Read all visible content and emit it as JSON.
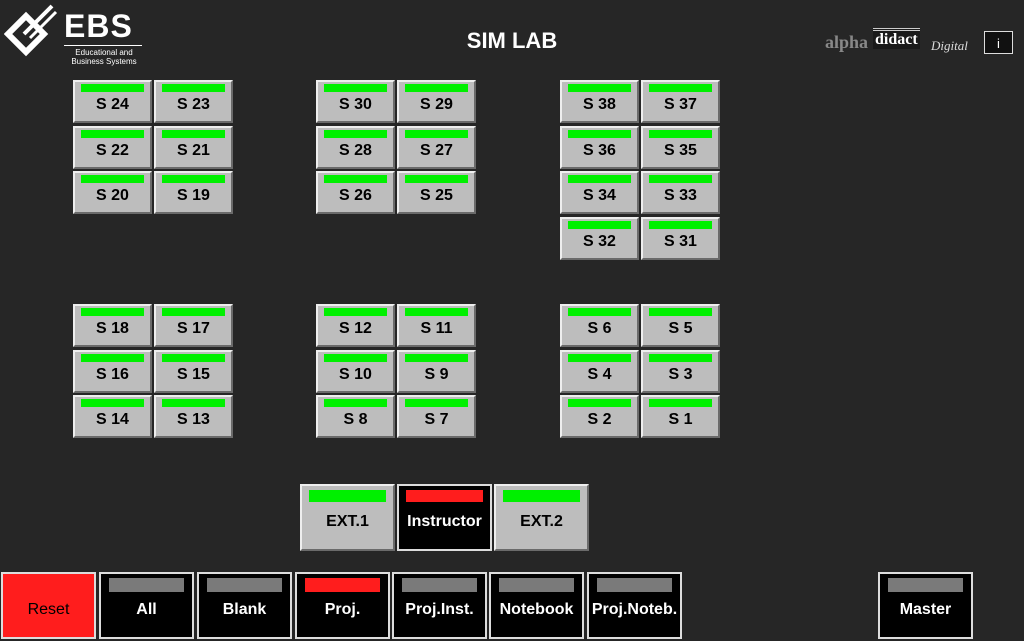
{
  "header": {
    "title": "SIM LAB",
    "logo_text": "EBS",
    "logo_sub_1": "Educational and",
    "logo_sub_2": "Business Systems",
    "brand_part1": "alpha",
    "brand_part2": "didact",
    "brand_part3": "Digital",
    "info_label": "i"
  },
  "colors": {
    "on": "#00f000",
    "off": "#7a7a7a",
    "alert": "#ff1d1d"
  },
  "seats": [
    {
      "label": "S 24",
      "status": "on"
    },
    {
      "label": "S 23",
      "status": "on"
    },
    {
      "label": "S 22",
      "status": "on"
    },
    {
      "label": "S 21",
      "status": "on"
    },
    {
      "label": "S 20",
      "status": "on"
    },
    {
      "label": "S 19",
      "status": "on"
    },
    {
      "label": "S 30",
      "status": "on"
    },
    {
      "label": "S 29",
      "status": "on"
    },
    {
      "label": "S 28",
      "status": "on"
    },
    {
      "label": "S 27",
      "status": "on"
    },
    {
      "label": "S 26",
      "status": "on"
    },
    {
      "label": "S 25",
      "status": "on"
    },
    {
      "label": "S 38",
      "status": "on"
    },
    {
      "label": "S 37",
      "status": "on"
    },
    {
      "label": "S 36",
      "status": "on"
    },
    {
      "label": "S 35",
      "status": "on"
    },
    {
      "label": "S 34",
      "status": "on"
    },
    {
      "label": "S 33",
      "status": "on"
    },
    {
      "label": "S 32",
      "status": "on"
    },
    {
      "label": "S 31",
      "status": "on"
    },
    {
      "label": "S 18",
      "status": "on"
    },
    {
      "label": "S 17",
      "status": "on"
    },
    {
      "label": "S 16",
      "status": "on"
    },
    {
      "label": "S 15",
      "status": "on"
    },
    {
      "label": "S 14",
      "status": "on"
    },
    {
      "label": "S 13",
      "status": "on"
    },
    {
      "label": "S 12",
      "status": "on"
    },
    {
      "label": "S 11",
      "status": "on"
    },
    {
      "label": "S 10",
      "status": "on"
    },
    {
      "label": "S 9",
      "status": "on"
    },
    {
      "label": "S 8",
      "status": "on"
    },
    {
      "label": "S 7",
      "status": "on"
    },
    {
      "label": "S 6",
      "status": "on"
    },
    {
      "label": "S 5",
      "status": "on"
    },
    {
      "label": "S 4",
      "status": "on"
    },
    {
      "label": "S 3",
      "status": "on"
    },
    {
      "label": "S 2",
      "status": "on"
    },
    {
      "label": "S 1",
      "status": "on"
    }
  ],
  "sources": [
    {
      "label": "EXT.1",
      "status": "on"
    },
    {
      "label": "Instructor",
      "status": "alert"
    },
    {
      "label": "EXT.2",
      "status": "on"
    }
  ],
  "toolbar": [
    {
      "label": "Reset",
      "indicator": "none"
    },
    {
      "label": "All",
      "indicator": "off"
    },
    {
      "label": "Blank",
      "indicator": "off"
    },
    {
      "label": "Proj.",
      "indicator": "alert"
    },
    {
      "label": "Proj.Inst.",
      "indicator": "off"
    },
    {
      "label": "Notebook",
      "indicator": "off"
    },
    {
      "label": "Proj.Noteb.",
      "indicator": "off"
    },
    {
      "label": "Master",
      "indicator": "off"
    }
  ]
}
